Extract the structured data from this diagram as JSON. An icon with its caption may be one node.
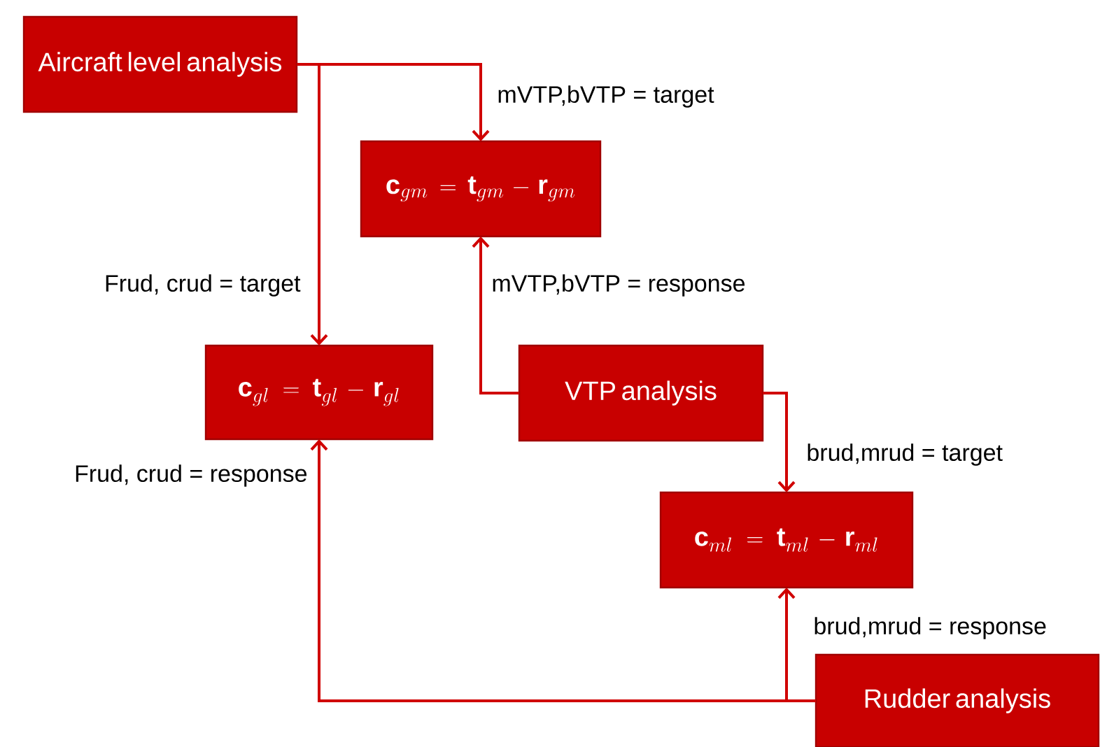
{
  "diagram": {
    "nodes": [
      {
        "text": [
          "Aircraft level analysis"
        ]
      },
      {
        "text": [
          "\\mathbf{c}_{gm} = \\mathbf{t}_{gm} - \\mathbf{r}_{gm}"
        ]
      },
      {
        "text": [
          "\\mathbf{c}_{gl} = \\mathbf{t}_{gl} - \\mathbf{r}_{gl}"
        ]
      },
      {
        "text": [
          "VTP analysis"
        ]
      },
      {
        "text": [
          "\\mathbf{c}_{ml} = \\mathbf{t}_{ml} - \\mathbf{r}_{ml}"
        ]
      },
      {
        "text": [
          "Rudder analysis"
        ]
      }
    ],
    "edges": [
      {
        "from": 0,
        "to": 1,
        "arrow": "to",
        "label": "mVTP,bVTP = target"
      },
      {
        "from": 0,
        "to": 2,
        "arrow": "to",
        "label": "Frud, crud = target"
      },
      {
        "from": 3,
        "to": 1,
        "arrow": "to",
        "label": "mVTP,bVTP = response"
      },
      {
        "from": 3,
        "to": 4,
        "arrow": "to",
        "label": "brud,mrud = target"
      },
      {
        "from": 5,
        "to": 4,
        "arrow": "to",
        "label": "brud,mrud = response"
      },
      {
        "from": 5,
        "to": 2,
        "arrow": "to",
        "label": "Frud, crud = response"
      }
    ]
  }
}
